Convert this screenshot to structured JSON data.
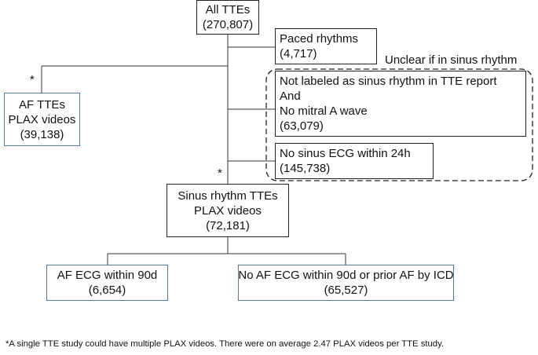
{
  "nodes": {
    "all_ttes": {
      "line1": "All TTEs",
      "line2": "(270,807)"
    },
    "paced": {
      "line1": "Paced rhythms",
      "line2": "(4,717)"
    },
    "unclear_label": "Unclear if in sinus rhythm",
    "not_labeled": {
      "line1": "Not labeled as sinus rhythm in TTE report",
      "line2": "And",
      "line3": "No mitral A wave",
      "line4": "(63,079)"
    },
    "no_sinus_ecg": {
      "line1": "No sinus ECG within 24h",
      "line2": "(145,738)"
    },
    "af_ttes": {
      "line1": "AF TTEs",
      "line2": "PLAX videos",
      "line3": "(39,138)"
    },
    "sinus_ttes": {
      "line1": "Sinus rhythm TTEs",
      "line2": "PLAX videos",
      "line3": "(72,181)"
    },
    "af_ecg": {
      "line1": "AF ECG within 90d",
      "line2": "(6,654)"
    },
    "no_af_ecg": {
      "line1": "No AF ECG within 90d or prior AF by ICD",
      "line2": "(65,527)"
    }
  },
  "asterisk": "*",
  "footnote": "*A single TTE study could have multiple PLAX videos. There were on average 2.47 PLAX videos per TTE study.",
  "colors": {
    "box_border": "#222222",
    "outcome_border": "#4a78b5",
    "line": "#333333"
  }
}
